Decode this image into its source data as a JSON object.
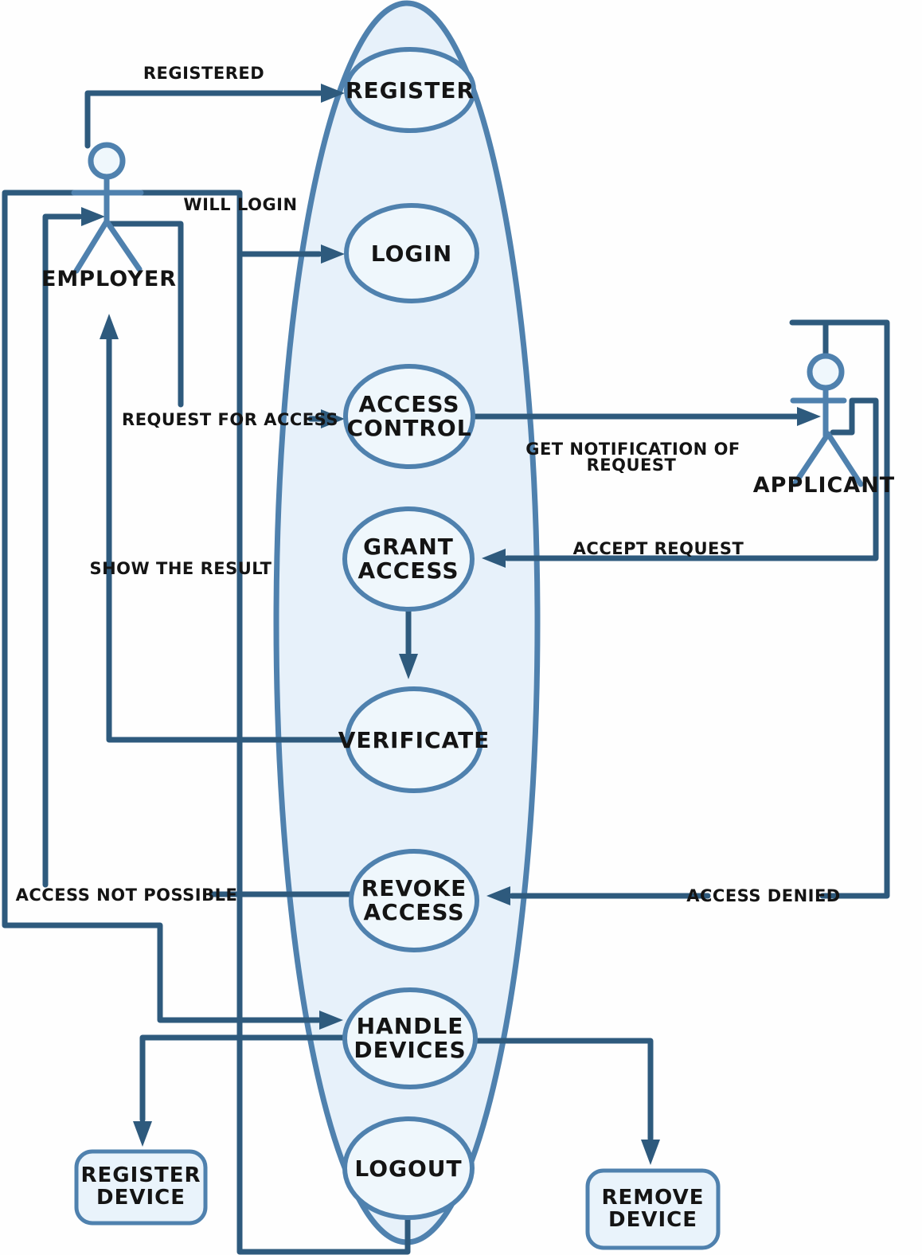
{
  "colors": {
    "connector": "#2e5a7d",
    "actor": "#4f81ae",
    "nodestroke": "#4f81ae",
    "sysfill": "#e7f1fa",
    "nodefill": "#eff7fc",
    "boxfill": "#e9f3fb",
    "ink": "#141414"
  },
  "actors": {
    "employer": {
      "label": "EMPLOYER"
    },
    "applicant": {
      "label": "APPLICANT"
    }
  },
  "usecases": {
    "register": {
      "l1": "REGISTER"
    },
    "login": {
      "l1": "LOGIN"
    },
    "access_control": {
      "l1": "ACCESS",
      "l2": "CONTROL"
    },
    "grant_access": {
      "l1": "GRANT",
      "l2": "ACCESS"
    },
    "verificate": {
      "l1": "VERIFICATE"
    },
    "revoke_access": {
      "l1": "REVOKE",
      "l2": "ACCESS"
    },
    "handle_devices": {
      "l1": "HANDLE",
      "l2": "DEVICES"
    },
    "logout": {
      "l1": "LOGOUT"
    }
  },
  "boxes": {
    "register_device": {
      "l1": "REGISTER",
      "l2": "DEVICE"
    },
    "remove_device": {
      "l1": "REMOVE",
      "l2": "DEVICE"
    }
  },
  "edges": {
    "registered": "REGISTERED",
    "will_login": "WILL LOGIN",
    "request_for_access": "REQUEST FOR ACCESS",
    "get_notification_l1": "GET NOTIFICATION OF",
    "get_notification_l2": "REQUEST",
    "accept_request": "ACCEPT REQUEST",
    "show_the_result": "SHOW THE RESULT",
    "access_not_possible": "ACCESS NOT POSSIBLE",
    "access_denied": "ACCESS DENIED"
  }
}
